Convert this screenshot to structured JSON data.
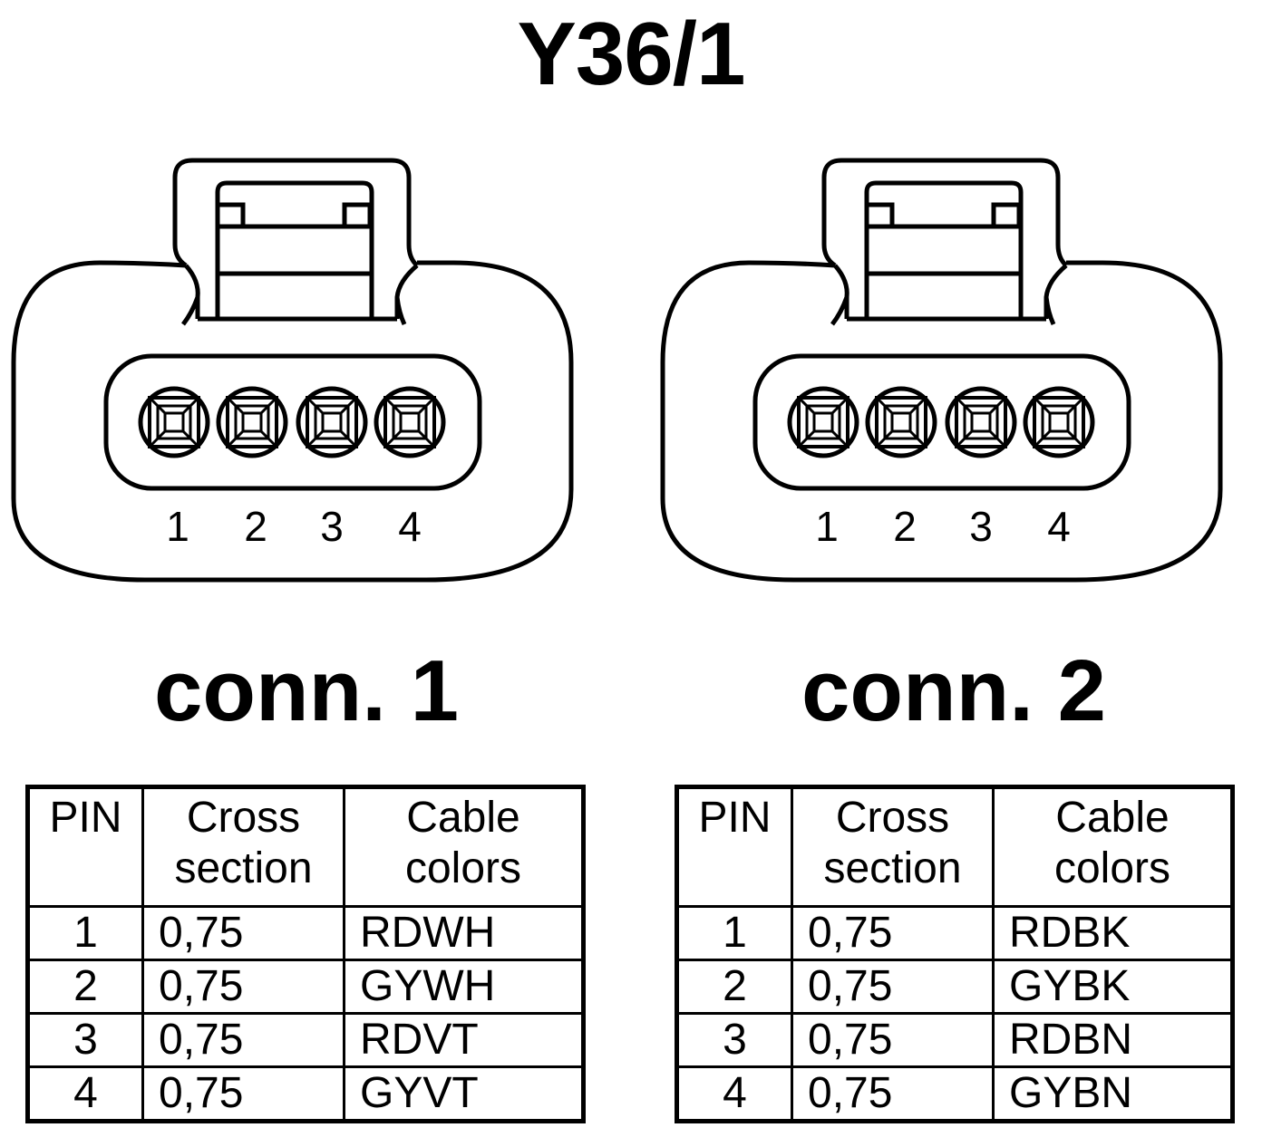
{
  "title": "Y36/1",
  "connectors": [
    {
      "label": "conn. 1",
      "pin_numbers": [
        "1",
        "2",
        "3",
        "4"
      ],
      "table": {
        "headers": {
          "pin": "PIN",
          "cross_line1": "Cross",
          "cross_line2": "section",
          "color_line1": "Cable",
          "color_line2": "colors"
        },
        "rows": [
          {
            "pin": "1",
            "cross": "0,75",
            "color": "RDWH"
          },
          {
            "pin": "2",
            "cross": "0,75",
            "color": "GYWH"
          },
          {
            "pin": "3",
            "cross": "0,75",
            "color": "RDVT"
          },
          {
            "pin": "4",
            "cross": "0,75",
            "color": "GYVT"
          }
        ]
      }
    },
    {
      "label": "conn. 2",
      "pin_numbers": [
        "1",
        "2",
        "3",
        "4"
      ],
      "table": {
        "headers": {
          "pin": "PIN",
          "cross_line1": "Cross",
          "cross_line2": "section",
          "color_line1": "Cable",
          "color_line2": "colors"
        },
        "rows": [
          {
            "pin": "1",
            "cross": "0,75",
            "color": "RDBK"
          },
          {
            "pin": "2",
            "cross": "0,75",
            "color": "GYBK"
          },
          {
            "pin": "3",
            "cross": "0,75",
            "color": "RDBN"
          },
          {
            "pin": "4",
            "cross": "0,75",
            "color": "GYBN"
          }
        ]
      }
    }
  ]
}
